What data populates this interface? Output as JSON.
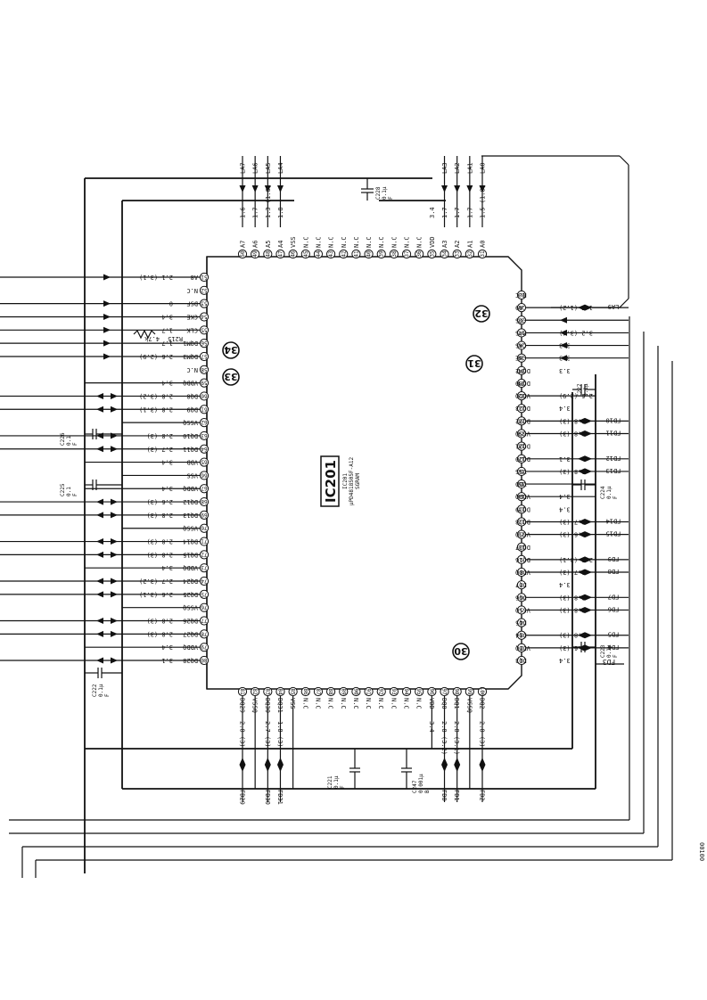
{
  "ic": {
    "ref": "IC201",
    "part_ref": "IC201",
    "part_number": "μPD4818505F-A12",
    "type": "SGRAM"
  },
  "circles": [
    "30",
    "31",
    "32",
    "33",
    "34"
  ],
  "top_pins": [
    {
      "num": "50",
      "name": "A7",
      "volt": "1.6",
      "sig": "LA7"
    },
    {
      "num": "49",
      "name": "A6",
      "volt": "1.7",
      "sig": "LA6"
    },
    {
      "num": "48",
      "name": "A5",
      "volt": "1.3 (1.6)",
      "sig": "LA5"
    },
    {
      "num": "47",
      "name": "A4",
      "volt": "1.8",
      "sig": "LA4"
    },
    {
      "num": "46",
      "name": "VSS",
      "volt": "",
      "sig": ""
    },
    {
      "num": "45",
      "name": "N.C",
      "volt": "",
      "sig": ""
    },
    {
      "num": "44",
      "name": "N.C",
      "volt": "",
      "sig": ""
    },
    {
      "num": "43",
      "name": "N.C",
      "volt": "",
      "sig": ""
    },
    {
      "num": "42",
      "name": "N.C",
      "volt": "",
      "sig": ""
    },
    {
      "num": "41",
      "name": "N.C",
      "volt": "",
      "sig": ""
    },
    {
      "num": "40",
      "name": "N.C",
      "volt": "",
      "sig": ""
    },
    {
      "num": "39",
      "name": "N.C",
      "volt": "",
      "sig": ""
    },
    {
      "num": "38",
      "name": "N.C",
      "volt": "",
      "sig": ""
    },
    {
      "num": "37",
      "name": "N.C",
      "volt": "",
      "sig": ""
    },
    {
      "num": "36",
      "name": "N.C",
      "volt": "",
      "sig": ""
    },
    {
      "num": "35",
      "name": "VDD",
      "volt": "3.4",
      "sig": ""
    },
    {
      "num": "34",
      "name": "A3",
      "volt": "1.7",
      "sig": "LA3"
    },
    {
      "num": "33",
      "name": "A2",
      "volt": "1.7",
      "sig": "LA2"
    },
    {
      "num": "32",
      "name": "A1",
      "volt": "1.7",
      "sig": "LA1"
    },
    {
      "num": "31",
      "name": "A0",
      "volt": "1.5 (1.8)",
      "sig": "LA0"
    }
  ],
  "left_pins": [
    {
      "num": "51",
      "name": "A8",
      "volt": "2.1 (3.1)"
    },
    {
      "num": "52",
      "name": "N.C",
      "volt": ""
    },
    {
      "num": "53",
      "name": "DSF",
      "volt": "0"
    },
    {
      "num": "54",
      "name": "CKE",
      "volt": "3.4"
    },
    {
      "num": "55",
      "name": "CLK",
      "volt": "1.7"
    },
    {
      "num": "56",
      "name": "DQM1",
      "volt": "1.7"
    },
    {
      "num": "57",
      "name": "DQM3",
      "volt": "2.6 (2.9)"
    },
    {
      "num": "58",
      "name": "N.C",
      "volt": ""
    },
    {
      "num": "59",
      "name": "VDDQ",
      "volt": "3.4"
    },
    {
      "num": "60",
      "name": "DQ8",
      "volt": "2.8 (3.2)"
    },
    {
      "num": "61",
      "name": "DQ9",
      "volt": "2.8 (3.1)"
    },
    {
      "num": "62",
      "name": "VSSQ",
      "volt": ""
    },
    {
      "num": "63",
      "name": "DQ10",
      "volt": "2.8 (3)"
    },
    {
      "num": "64",
      "name": "DQ11",
      "volt": "2.7 (3)"
    },
    {
      "num": "65",
      "name": "VDD",
      "volt": "3.4"
    },
    {
      "num": "66",
      "name": "VSS",
      "volt": ""
    },
    {
      "num": "67",
      "name": "VDDQ",
      "volt": "3.4"
    },
    {
      "num": "68",
      "name": "DQ12",
      "volt": "2.6 (3)"
    },
    {
      "num": "69",
      "name": "DQ13",
      "volt": "2.8 (3)"
    },
    {
      "num": "70",
      "name": "VSSQ",
      "volt": ""
    },
    {
      "num": "71",
      "name": "DQ14",
      "volt": "2.8 (3)"
    },
    {
      "num": "72",
      "name": "DQ15",
      "volt": "2.8 (3)"
    },
    {
      "num": "73",
      "name": "VDDQ",
      "volt": "3.4"
    },
    {
      "num": "74",
      "name": "DQ24",
      "volt": "2.7 (3.2)"
    },
    {
      "num": "75",
      "name": "DQ25",
      "volt": "2.6 (3.1)"
    },
    {
      "num": "76",
      "name": "VSSQ",
      "volt": ""
    },
    {
      "num": "77",
      "name": "DQ26",
      "volt": "2.8 (3)"
    },
    {
      "num": "78",
      "name": "DQ27",
      "volt": "2.8 (3)"
    },
    {
      "num": "79",
      "name": "VDDQ",
      "volt": "3.4"
    },
    {
      "num": "80",
      "name": "DQ28",
      "volt": "3.1"
    }
  ],
  "right_pins": [
    {
      "num": "30",
      "name": "N.C",
      "volt": "",
      "sig": ""
    },
    {
      "num": "29",
      "name": "A9",
      "volt": "1.7 (1.2)",
      "sig": "LA9"
    },
    {
      "num": "28",
      "name": "-CS",
      "volt": "",
      "sig": ""
    },
    {
      "num": "27",
      "name": "-RAS",
      "volt": "3.2 (3.4)",
      "sig": ""
    },
    {
      "num": "26",
      "name": "-CAS",
      "volt": "3.3",
      "sig": ""
    },
    {
      "num": "25",
      "name": "-WE",
      "volt": "3.3",
      "sig": ""
    },
    {
      "num": "24",
      "name": "DQM2",
      "volt": "3.3",
      "sig": ""
    },
    {
      "num": "23",
      "name": "DQM0",
      "volt": "",
      "sig": ""
    },
    {
      "num": "22",
      "name": "VDDQ",
      "volt": "2.6 (2.9)",
      "sig": ""
    },
    {
      "num": "21",
      "name": "DQ23",
      "volt": "3.4",
      "sig": ""
    },
    {
      "num": "20",
      "name": "DQ22",
      "volt": "2.8 (3)",
      "sig": "FD10"
    },
    {
      "num": "19",
      "name": "VSSQ",
      "volt": "2.8 (3)",
      "sig": "FD11"
    },
    {
      "num": "18",
      "name": "DQ21",
      "volt": "",
      "sig": ""
    },
    {
      "num": "17",
      "name": "DQ20",
      "volt": "3.1",
      "sig": "FD12"
    },
    {
      "num": "16",
      "name": "VSS",
      "volt": "2.8 (3)",
      "sig": "FD13"
    },
    {
      "num": "15",
      "name": "VDD",
      "volt": "",
      "sig": ""
    },
    {
      "num": "14",
      "name": "VDDQ",
      "volt": "3.4",
      "sig": ""
    },
    {
      "num": "13",
      "name": "DQ19",
      "volt": "3.4",
      "sig": ""
    },
    {
      "num": "12",
      "name": "DQ18",
      "volt": "2.7 (3)",
      "sig": "FD14"
    },
    {
      "num": "11",
      "name": "VSSQ",
      "volt": "1.6 (3)",
      "sig": "FD15"
    },
    {
      "num": "10",
      "name": "DQ17",
      "volt": "",
      "sig": ""
    },
    {
      "num": "9",
      "name": "DQ16",
      "volt": "2.6 (3.1)",
      "sig": "FD9"
    },
    {
      "num": "8",
      "name": "VDDQ",
      "volt": "2.7 (3)",
      "sig": "FD8"
    },
    {
      "num": "7",
      "name": "DQ7",
      "volt": "3.4",
      "sig": ""
    },
    {
      "num": "6",
      "name": "DQ6",
      "volt": "2.8 (3)",
      "sig": "FD7"
    },
    {
      "num": "5",
      "name": "VSSQ",
      "volt": "2.8 (3)",
      "sig": "FD6"
    },
    {
      "num": "4",
      "name": "DQ5",
      "volt": "",
      "sig": ""
    },
    {
      "num": "3",
      "name": "DQ4",
      "volt": "2.8 (3)",
      "sig": "FD5"
    },
    {
      "num": "2",
      "name": "VDDQ",
      "volt": "2.6 (3)",
      "sig": "FD4"
    },
    {
      "num": "1",
      "name": "DQ3",
      "volt": "3.4",
      "sig": ""
    }
  ],
  "bottom_pins": [
    {
      "num": "81",
      "name": "DQ29",
      "volt": "2.8 (3)",
      "sig": "FD29"
    },
    {
      "num": "82",
      "name": "VSSQ",
      "volt": "",
      "sig": ""
    },
    {
      "num": "83",
      "name": "DQ30",
      "volt": "2.7 (3)",
      "sig": "FD30"
    },
    {
      "num": "84",
      "name": "DQ31",
      "volt": "1.8 (3)",
      "sig": "FD31"
    },
    {
      "num": "85",
      "name": "VSS",
      "volt": "",
      "sig": ""
    },
    {
      "num": "86",
      "name": "N.C",
      "volt": "",
      "sig": ""
    },
    {
      "num": "87",
      "name": "N.C",
      "volt": "",
      "sig": ""
    },
    {
      "num": "88",
      "name": "N.C",
      "volt": "",
      "sig": ""
    },
    {
      "num": "89",
      "name": "N.C",
      "volt": "",
      "sig": ""
    },
    {
      "num": "90",
      "name": "N.C",
      "volt": "",
      "sig": ""
    },
    {
      "num": "91",
      "name": "N.C",
      "volt": "",
      "sig": ""
    },
    {
      "num": "92",
      "name": "N.C",
      "volt": "",
      "sig": ""
    },
    {
      "num": "93",
      "name": "N.C",
      "volt": "",
      "sig": ""
    },
    {
      "num": "94",
      "name": "N.C",
      "volt": "",
      "sig": ""
    },
    {
      "num": "95",
      "name": "N.C",
      "volt": "",
      "sig": ""
    },
    {
      "num": "96",
      "name": "VDD",
      "volt": "3.4",
      "sig": ""
    },
    {
      "num": "97",
      "name": "DQ0",
      "volt": "2.8 (3.2)",
      "sig": "FD0"
    },
    {
      "num": "98",
      "name": "DQ1",
      "volt": "2.8 (3.1)",
      "sig": "FD1"
    },
    {
      "num": "99",
      "name": "VSSQ",
      "volt": "",
      "sig": ""
    },
    {
      "num": "100",
      "name": "DQ2",
      "volt": "2.8 (3)",
      "sig": "FD2"
    }
  ],
  "right_extra": {
    "dq3_sig": "FD3"
  },
  "caps": {
    "c228": {
      "ref": "C228",
      "val": "0.1μ",
      "unit": "F"
    },
    "c226": {
      "ref": "C226",
      "val": "0.1",
      "unit": "F"
    },
    "c225": {
      "ref": "C225",
      "val": "0.1",
      "unit": "F"
    },
    "c222": {
      "ref": "C222",
      "val": "0.1μ",
      "unit": "F"
    },
    "c227": {
      "ref": "C227",
      "val": "0.1μ",
      "unit": "F"
    },
    "c224": {
      "ref": "C224",
      "val": "0.1μ",
      "unit": "F"
    },
    "c223": {
      "ref": "C223",
      "val": "0.1μ",
      "unit": "F"
    },
    "c221": {
      "ref": "C221",
      "val": "0.1μ",
      "unit": "F"
    },
    "c247": {
      "ref": "C247",
      "val": "0.001μ",
      "unit": "B"
    }
  },
  "resistor": {
    "ref": "R215",
    "val": "4.7k"
  },
  "page_code": "00100"
}
